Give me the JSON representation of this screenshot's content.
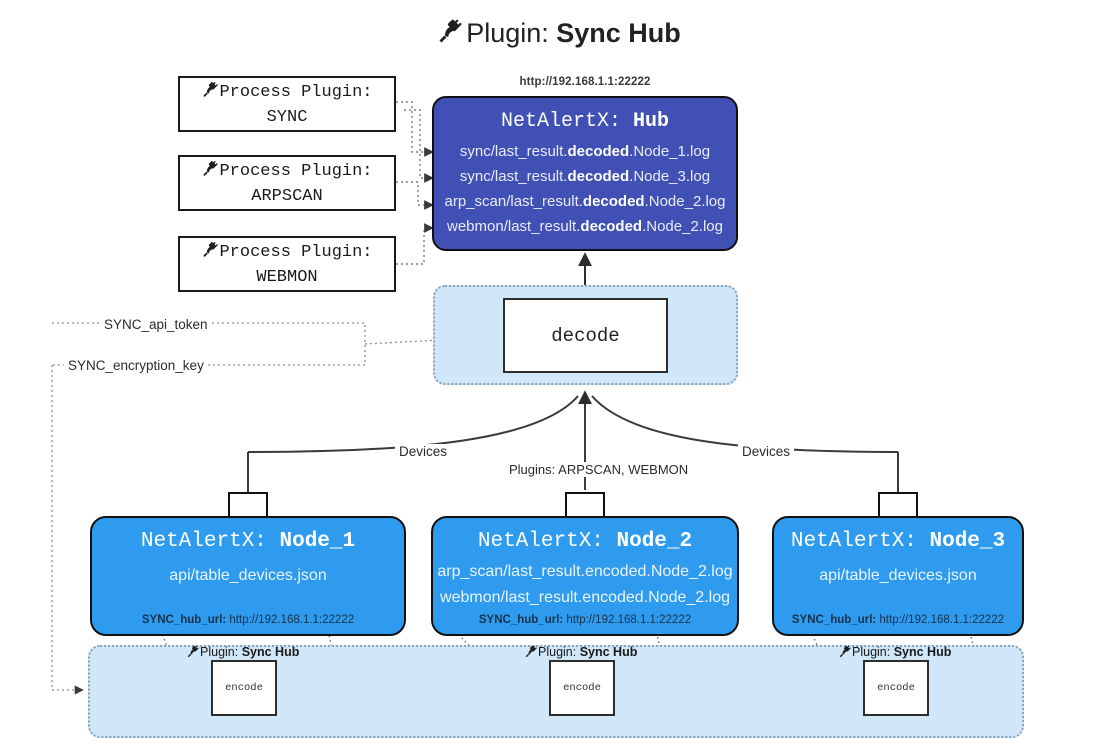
{
  "title": {
    "icon": "plug-icon",
    "prefix": "Plugin: ",
    "name": "Sync Hub"
  },
  "process_plugins": [
    {
      "icon": "plug-icon",
      "line1": "Process Plugin:",
      "line2": "SYNC"
    },
    {
      "icon": "plug-icon",
      "line1": "Process Plugin:",
      "line2": "ARPSCAN"
    },
    {
      "icon": "plug-icon",
      "line1": "Process Plugin:",
      "line2": "WEBMON"
    }
  ],
  "hub": {
    "url": "http://192.168.1.1:22222",
    "title_prefix": "NetAlertX: ",
    "title_name": "Hub",
    "lines": [
      {
        "pre": "sync/last_result.",
        "bold": "decoded",
        "post": ".Node_1.log"
      },
      {
        "pre": "sync/last_result.",
        "bold": "decoded",
        "post": ".Node_3.log"
      },
      {
        "pre": "arp_scan/last_result.",
        "bold": "decoded",
        "post": ".Node_2.log"
      },
      {
        "pre": "webmon/last_result.",
        "bold": "decoded",
        "post": ".Node_2.log"
      }
    ]
  },
  "decode": {
    "label": "decode"
  },
  "config_labels": {
    "api_token": "SYNC_api_token",
    "encryption_key": "SYNC_encryption_key"
  },
  "edge_labels": {
    "devices_left": "Devices",
    "devices_right": "Devices",
    "plugins_center": "Plugins: ARPSCAN, WEBMON"
  },
  "nodes": [
    {
      "title_prefix": "NetAlertX: ",
      "title_name": "Node_1",
      "lines": [
        "api/table_devices.json"
      ],
      "foot_key": "SYNC_hub_url:",
      "foot_value": " http://192.168.1.1:22222",
      "icon": "envelope-icon"
    },
    {
      "title_prefix": "NetAlertX: ",
      "title_name": "Node_2",
      "lines": [
        "arp_scan/last_result.encoded.Node_2.log",
        "webmon/last_result.encoded.Node_2.log"
      ],
      "foot_key": "SYNC_hub_url:",
      "foot_value": " http://192.168.1.1:22222",
      "icon": "envelope-icon"
    },
    {
      "title_prefix": "NetAlertX: ",
      "title_name": "Node_3",
      "lines": [
        "api/table_devices.json"
      ],
      "foot_key": "SYNC_hub_url:",
      "foot_value": " http://192.168.1.1:22222",
      "icon": "envelope-icon"
    }
  ],
  "encoders": [
    {
      "label": "encode",
      "plugin_prefix": "Plugin: ",
      "plugin_name": "Sync Hub",
      "icon": "plug-icon"
    },
    {
      "label": "encode",
      "plugin_prefix": "Plugin: ",
      "plugin_name": "Sync Hub",
      "icon": "plug-icon"
    },
    {
      "label": "encode",
      "plugin_prefix": "Plugin: ",
      "plugin_name": "Sync Hub",
      "icon": "plug-icon"
    }
  ],
  "colors": {
    "hub_fill": "#4150b5",
    "node_fill": "#2e9bef",
    "container_fill": "#d0e6f9",
    "stroke": "#111111",
    "dotted_stroke": "#8aa0b4",
    "page_bg": "#ffffff"
  }
}
